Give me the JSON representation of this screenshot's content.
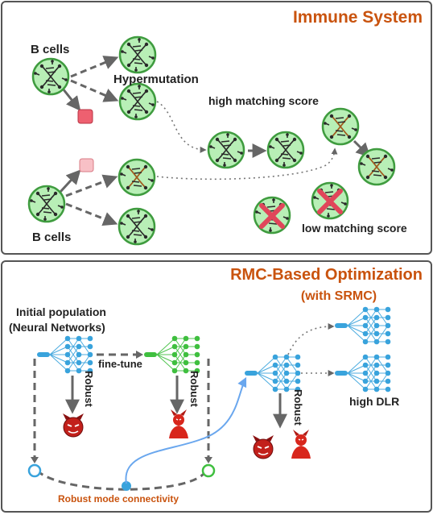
{
  "immune": {
    "title": "Immune System",
    "b_cells_top": "B cells",
    "b_cells_bottom": "B cells",
    "hypermutation": "Hypermutation",
    "high_matching": "high matching score",
    "low_matching": "low matching score"
  },
  "rmc": {
    "title_line1": "RMC-Based Optimization",
    "title_line2": "(with SRMC)",
    "initial_line1": "Initial population",
    "initial_line2": "(Neural Networks)",
    "fine_tune": "fine-tune",
    "robust_1": "Robust",
    "robust_2": "Robust",
    "robust_3": "Robust",
    "high_dlr": "high DLR",
    "robust_mode": "Robust mode connectivity"
  },
  "colors": {
    "title": "#c9530e",
    "cell_fill": "#b8efb6",
    "cell_stroke": "#3f9c3f",
    "network_blue": "#39a3dc",
    "network_green": "#3fbf3f",
    "antigen": "#ee6070",
    "cross": "#e0465a",
    "arrow": "#666666",
    "curve": "#6aa7ee"
  },
  "icons": [
    "dna-icon",
    "antigen-icon",
    "cross-icon",
    "devil-icon",
    "neural-network-icon"
  ]
}
